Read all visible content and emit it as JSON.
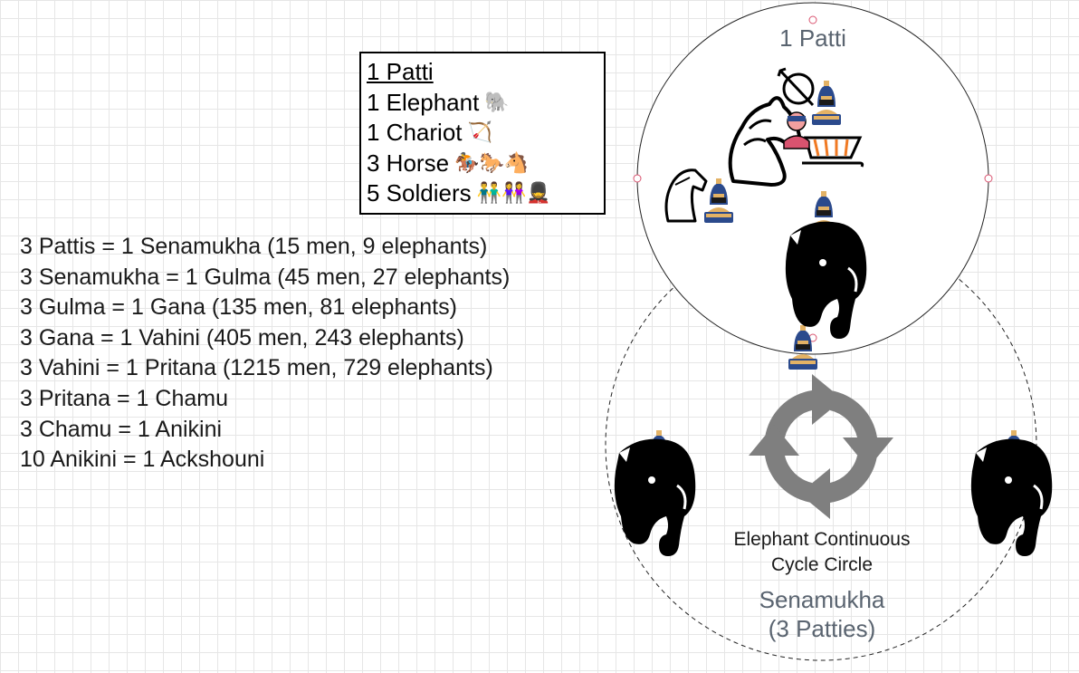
{
  "legend": {
    "title": "1 Patti",
    "rows": [
      {
        "text": "1 Elephant",
        "emoji": "🐘"
      },
      {
        "text": "1 Chariot",
        "emoji": "🏹"
      },
      {
        "text": "3 Horse",
        "emoji": "🏇🐎🐴"
      },
      {
        "text": "5 Soldiers",
        "emoji": "👬👭💂"
      }
    ]
  },
  "rules": [
    "3 Pattis = 1 Senamukha (15 men, 9 elephants)",
    "3 Senamukha = 1 Gulma (45 men, 27 elephants)",
    "3 Gulma = 1 Gana (135 men, 81 elephants)",
    "3 Gana = 1 Vahini (405 men, 243 elephants)",
    "3 Vahini =  1 Pritana (1215 men, 729 elephants)",
    "3 Pritana = 1 Chamu",
    "3 Chamu = 1 Anikini",
    "10 Anikini = 1 Ackshouni"
  ],
  "patti_circle": {
    "label": "1 Patti"
  },
  "senamukha_circle": {
    "label_line1": "Senamukha",
    "label_line2": "(3 Patties)"
  },
  "cycle": {
    "label_line1": "Elephant Continuous",
    "label_line2": "Cycle Circle"
  },
  "icons": [
    "horse-knight-icon",
    "chariot-icon",
    "archer-icon",
    "warrior-icon",
    "elephant-icon",
    "cycle-arrows-icon"
  ],
  "colors": {
    "grid": "#e6e6e6",
    "warrior_helmet": "#2b4a8c",
    "warrior_gold": "#e3b265",
    "chariot_orange": "#f07a24",
    "cycle_gray": "#7f7f7f",
    "label_gray": "#5a6470"
  }
}
